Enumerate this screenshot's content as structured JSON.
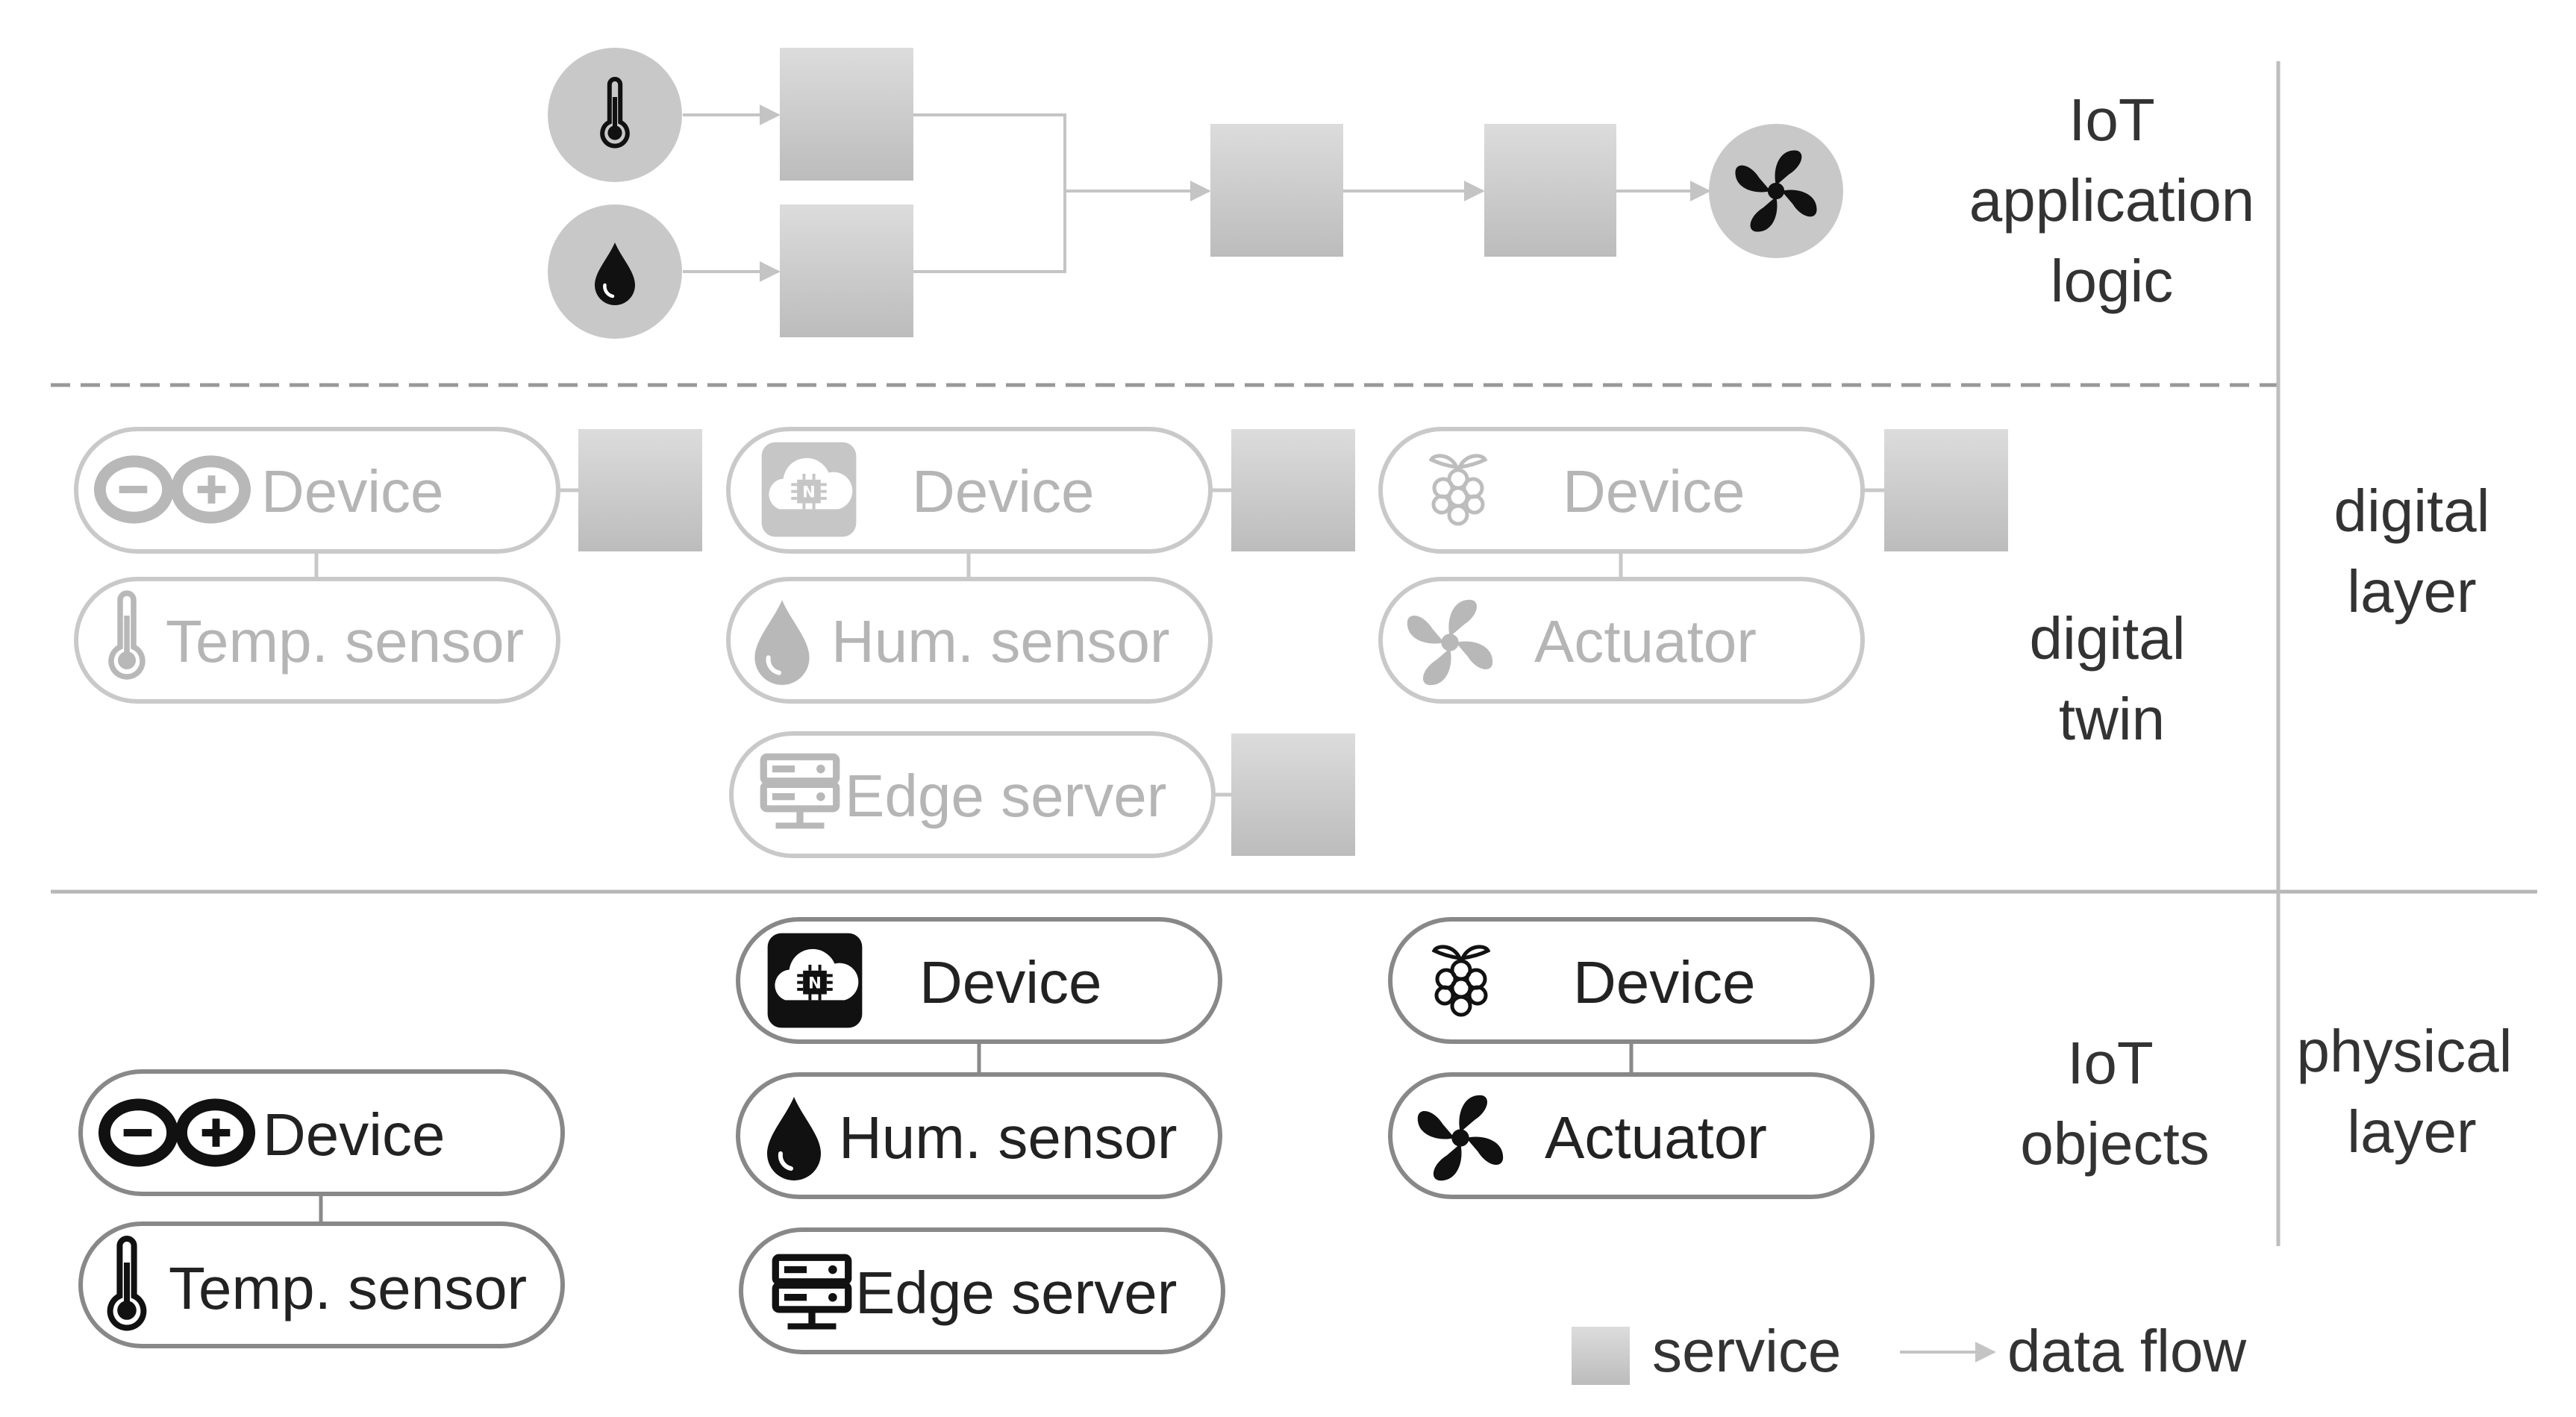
{
  "app_logic": {
    "services": [
      "",
      "",
      "",
      ""
    ],
    "sensors": [
      "thermometer-icon",
      "drop-icon"
    ],
    "actuator": "fan-icon"
  },
  "digital_twin": {
    "nodes": {
      "arduino_device": "Device",
      "temp_sensor": "Temp. sensor",
      "iot_device": "Device",
      "hum_sensor": "Hum. sensor",
      "edge_server": "Edge server",
      "rpi_device": "Device",
      "actuator": "Actuator"
    }
  },
  "physical": {
    "nodes": {
      "arduino_device": "Device",
      "temp_sensor": "Temp. sensor",
      "iot_device": "Device",
      "hum_sensor": "Hum. sensor",
      "edge_server": "Edge server",
      "rpi_device": "Device",
      "actuator": "Actuator"
    }
  },
  "labels": {
    "app_logic": [
      "IoT",
      "application",
      "logic"
    ],
    "digital_twin": [
      "digital",
      "twin"
    ],
    "iot_objects": [
      "IoT",
      "objects"
    ],
    "digital_layer": [
      "digital",
      "layer"
    ],
    "physical_layer": [
      "physical",
      "layer"
    ]
  },
  "legend": {
    "service": "service",
    "data_flow": "data flow"
  },
  "colors": {
    "service_top": "#dcdcdc",
    "service_bottom": "#bdbdbd",
    "faded_stroke": "#c9c9c9",
    "faded_text": "#b3b3b3",
    "dark_text": "#222222",
    "icon_dark": "#111111"
  }
}
